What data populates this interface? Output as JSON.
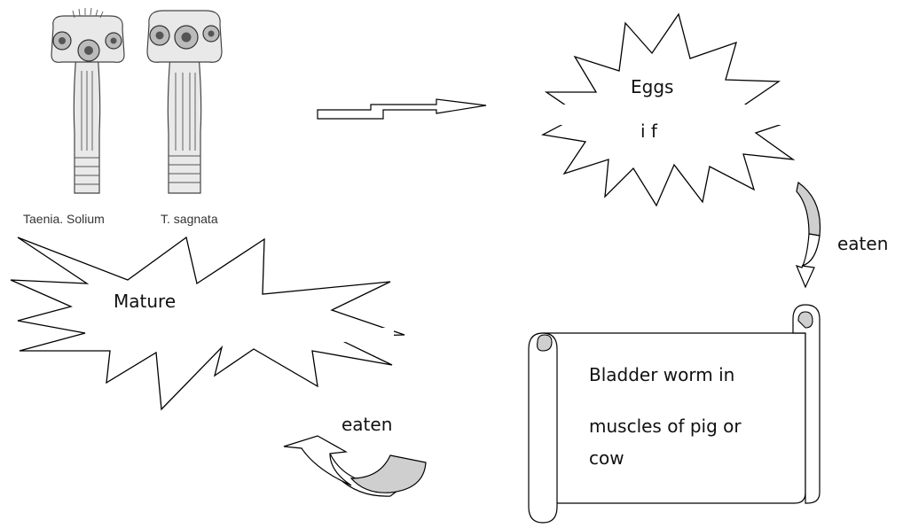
{
  "worms": {
    "left_caption": "Taenia. Solium",
    "right_caption": "T. sagnata"
  },
  "stages": {
    "eggs": {
      "line1": "Eggs",
      "line2": "i f"
    },
    "mature": {
      "line1": "Mature"
    },
    "bladder": {
      "line1": "Bladder worm in",
      "line2": "muscles of pig or",
      "line3": "cow"
    }
  },
  "arrows": {
    "eaten_right": "eaten",
    "eaten_bottom": "eaten"
  }
}
